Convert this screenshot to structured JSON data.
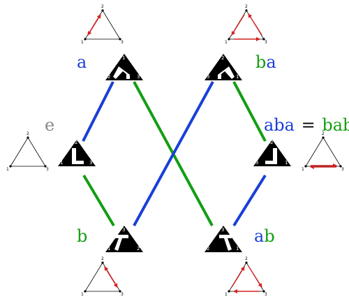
{
  "colors": {
    "blue": "#1a3fd6",
    "green": "#129e12",
    "gray": "#888888",
    "red": "#d42020",
    "black": "#000000"
  },
  "labels": {
    "e": "e",
    "a": "a",
    "b": "b",
    "ab": "ab",
    "ba": "ba",
    "aba": "aba",
    "eq": "=",
    "bab": "bab"
  },
  "vertex_numbers": [
    "1",
    "2",
    "3"
  ],
  "edges": [
    {
      "from": "e",
      "to": "a",
      "color": "blue"
    },
    {
      "from": "e",
      "to": "b",
      "color": "green"
    },
    {
      "from": "a",
      "to": "ab",
      "color": "green"
    },
    {
      "from": "b",
      "to": "ba",
      "color": "blue"
    },
    {
      "from": "ba",
      "to": "aba",
      "color": "green"
    },
    {
      "from": "ab",
      "to": "aba",
      "color": "blue"
    }
  ]
}
